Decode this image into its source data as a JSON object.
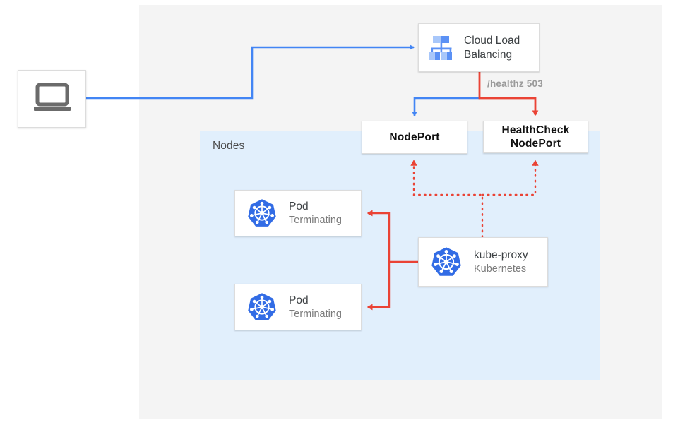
{
  "diagram": {
    "title": "Kubernetes external traffic policy health check diagram",
    "colors": {
      "blue_line": "#4285f4",
      "red_line": "#ea4335",
      "nodes_panel": "#e1effc",
      "outer_panel": "#f4f4f4",
      "k8s_blue": "#326ce5"
    }
  },
  "nodes_group": {
    "label": "Nodes"
  },
  "client": {
    "icon": "laptop-icon"
  },
  "cloud_load_balancing": {
    "icon": "cloud-load-balancing-icon",
    "title_line1": "Cloud Load",
    "title_line2": "Balancing"
  },
  "nodeport": {
    "label": "NodePort"
  },
  "healthcheck_nodeport": {
    "label_line1": "HealthCheck",
    "label_line2": "NodePort"
  },
  "pods": [
    {
      "icon": "kubernetes-icon",
      "title": "Pod",
      "status": "Terminating"
    },
    {
      "icon": "kubernetes-icon",
      "title": "Pod",
      "status": "Terminating"
    }
  ],
  "kube_proxy": {
    "icon": "kubernetes-icon",
    "title": "kube-proxy",
    "subtitle": "Kubernetes"
  },
  "edges": {
    "healthz_label": "/healthz 503"
  }
}
